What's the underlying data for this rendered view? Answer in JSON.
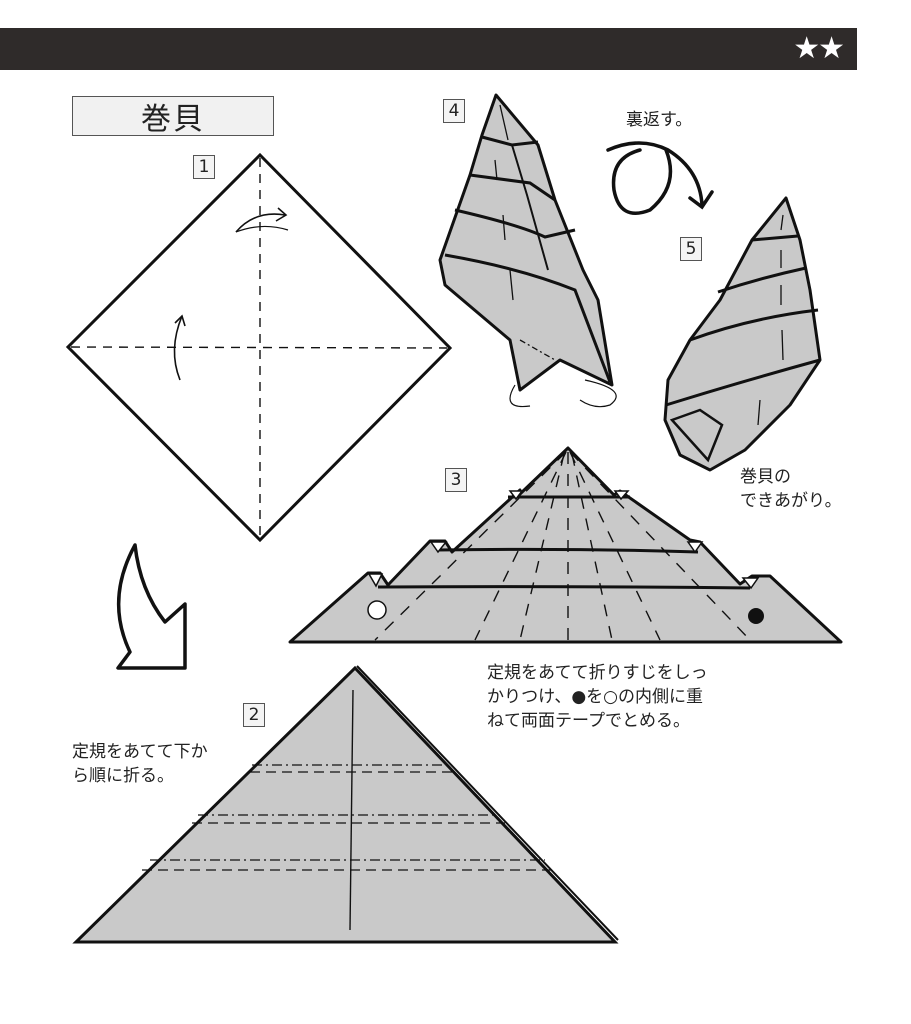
{
  "header": {
    "difficulty_stars": "★★",
    "bar_color": "#2f2b2a"
  },
  "title": "巻貝",
  "steps": [
    {
      "number": "1"
    },
    {
      "number": "2",
      "caption": "定規をあてて下か\nら順に折る。"
    },
    {
      "number": "3",
      "caption": "定規をあてて折りすじをしっ\nかりつけ、●を○の内側に重\nねて両面テープでとめる。"
    },
    {
      "number": "4"
    },
    {
      "number": "5",
      "turn_over": "裏返す。",
      "caption": "巻貝の\nできあがり。"
    }
  ],
  "colors": {
    "paper_fill": "#c9c9c9",
    "line": "#111111",
    "label_bg": "#f1f1f1"
  }
}
